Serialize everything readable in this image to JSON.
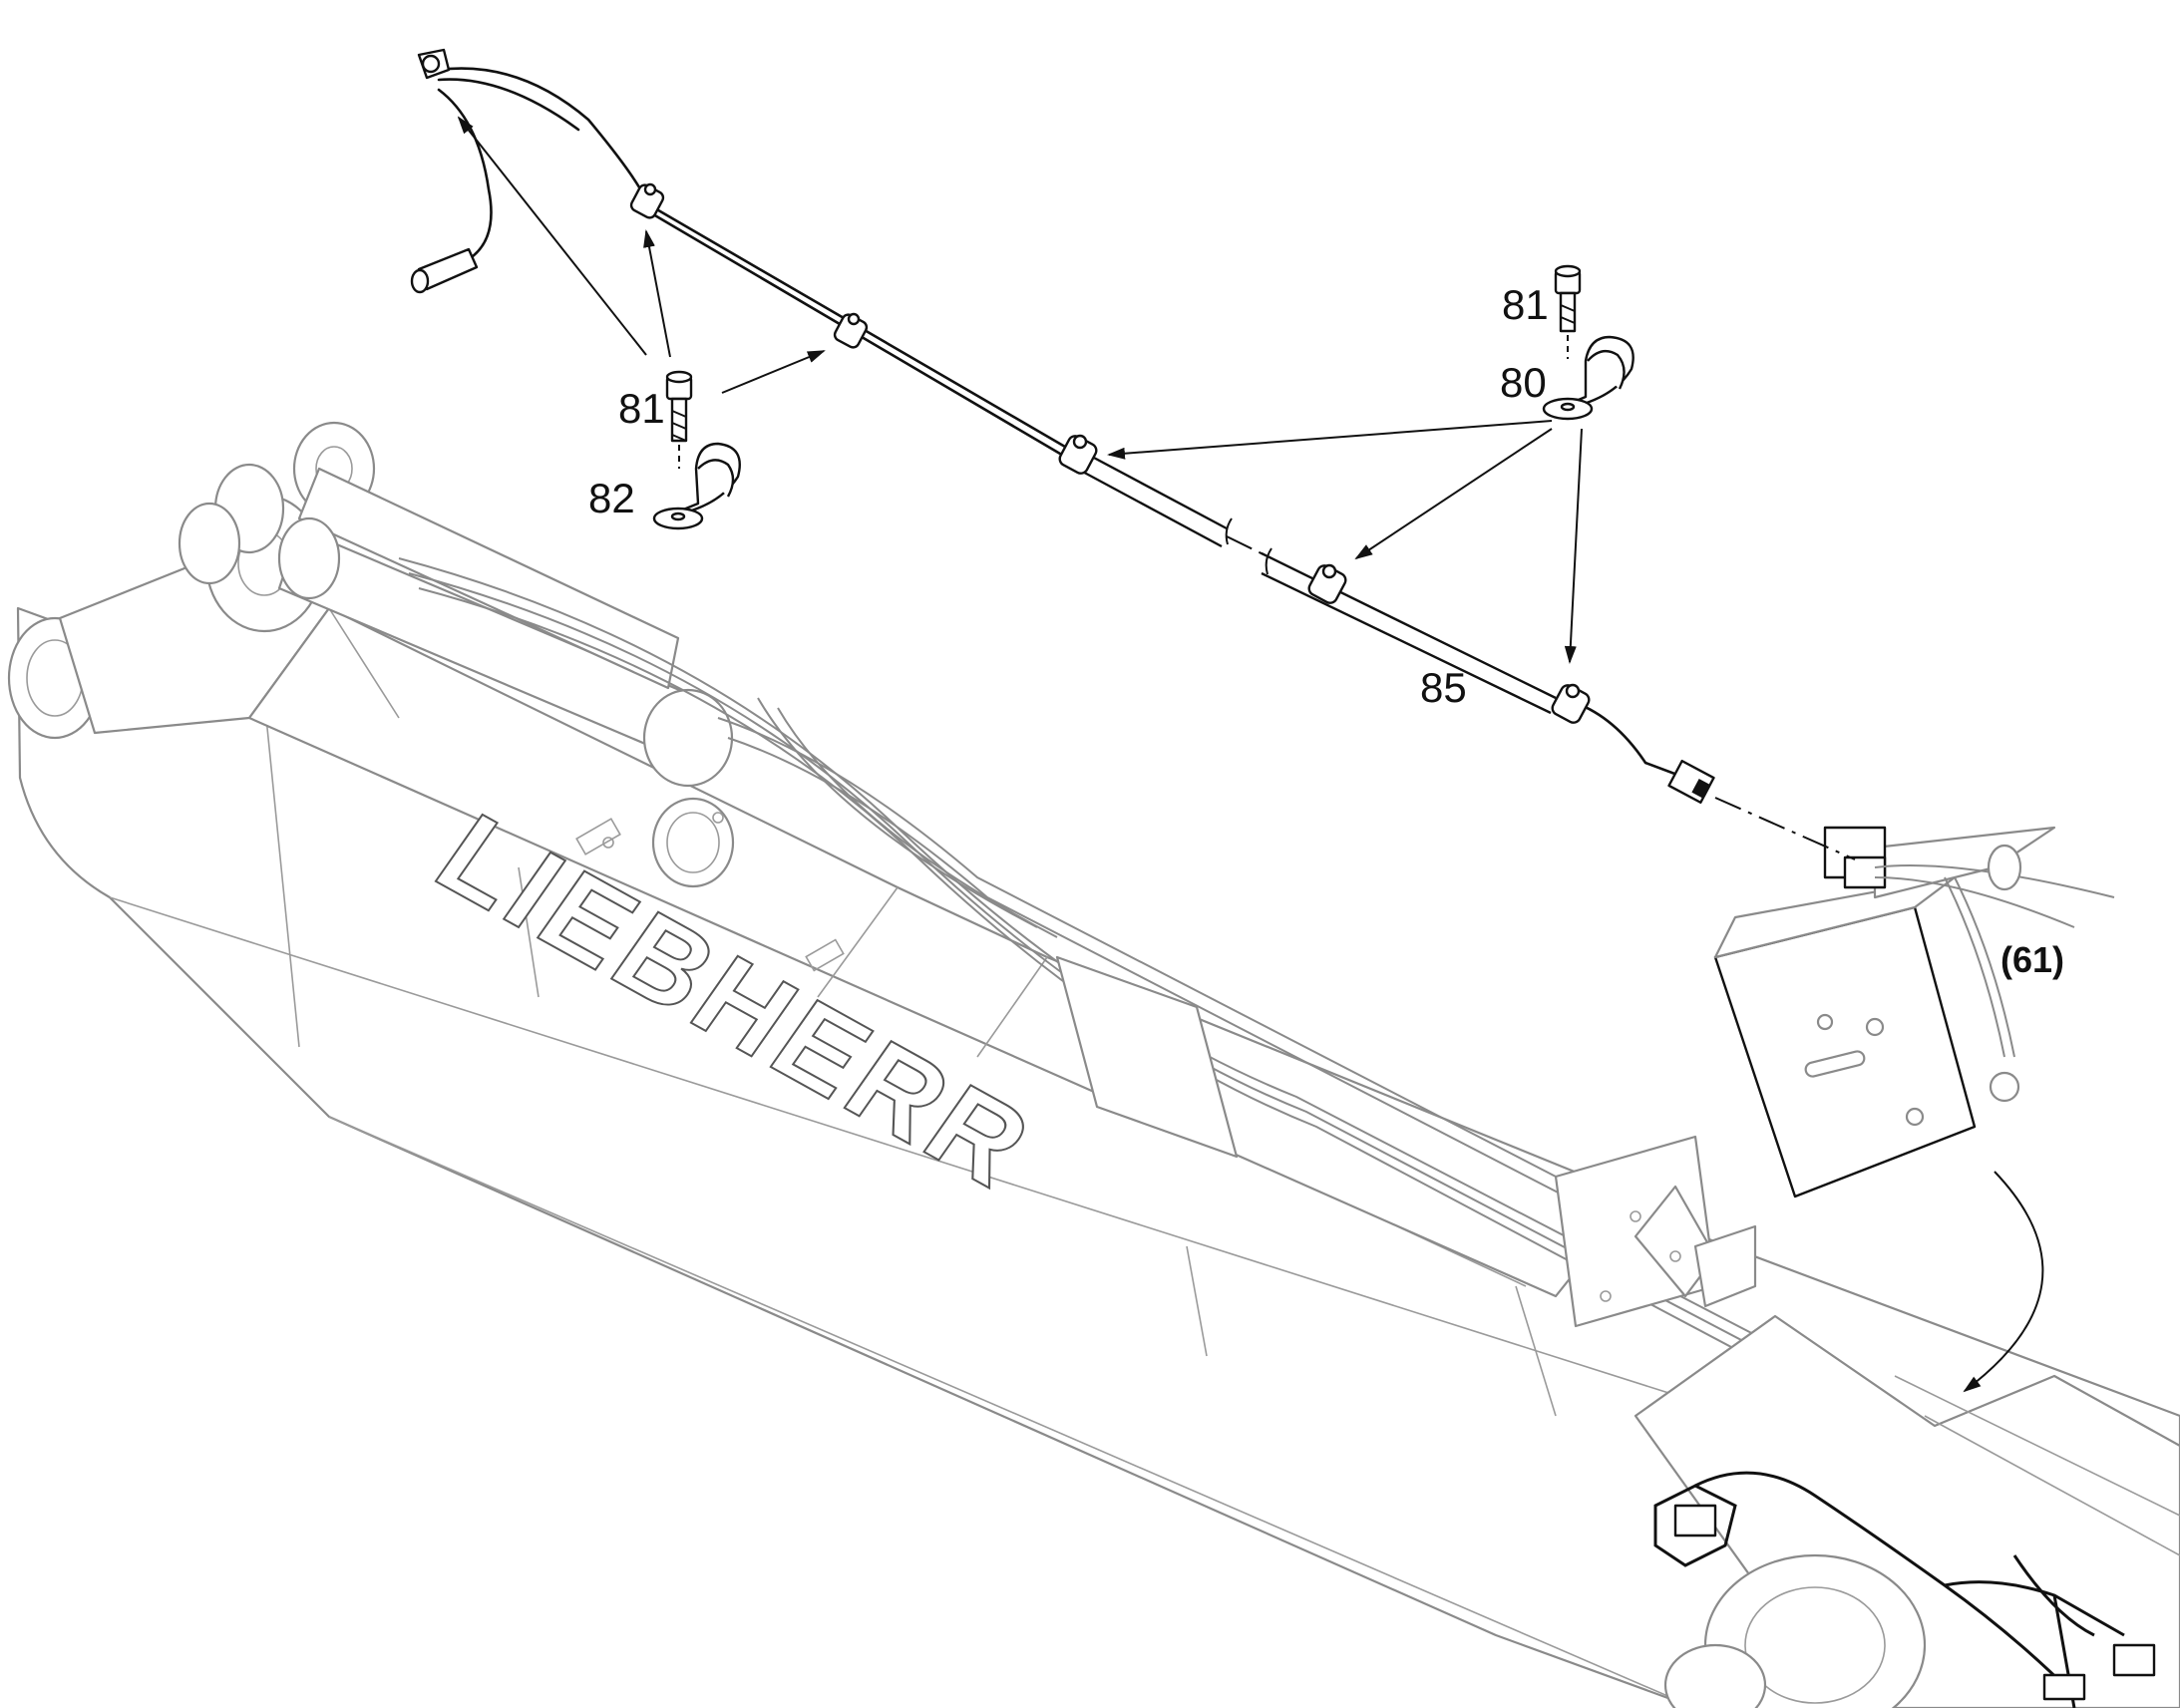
{
  "callouts": {
    "c81_top_right": "81",
    "c80": "80",
    "c81_left": "81",
    "c82": "82",
    "c85": "85"
  },
  "reference": {
    "label": "(61)"
  },
  "logo": {
    "text": "LIEBHERR"
  }
}
